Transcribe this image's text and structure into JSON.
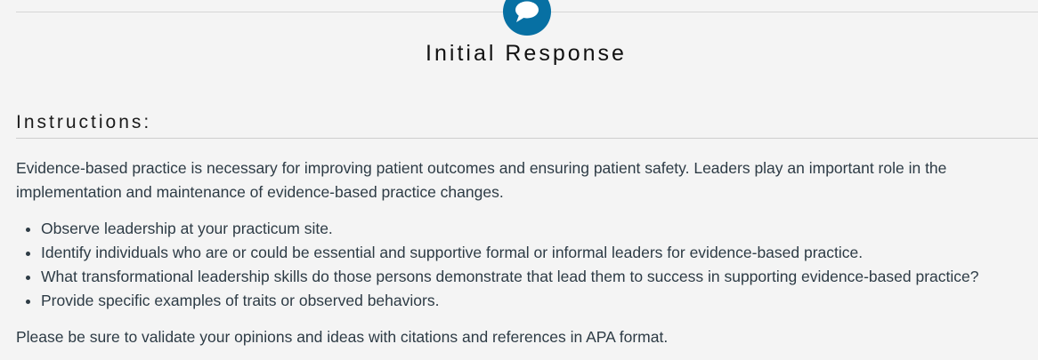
{
  "header": {
    "title": "Initial Response",
    "icon": "chat-bubble-icon",
    "accent_color": "#0770a3"
  },
  "instructions": {
    "heading": "Instructions:",
    "intro": "Evidence-based practice is necessary for improving patient outcomes and ensuring patient safety. Leaders play an important role in the implementation and maintenance of evidence-based practice changes.",
    "bullets": [
      "Observe leadership at your practicum site.",
      "Identify individuals who are or could be essential and supportive formal or informal leaders for evidence-based practice.",
      "What transformational leadership skills do those persons demonstrate that lead them to success in supporting evidence-based practice?",
      "Provide specific examples of traits or observed behaviors."
    ],
    "closing": "Please be sure to validate your opinions and ideas with citations and references in APA format."
  }
}
